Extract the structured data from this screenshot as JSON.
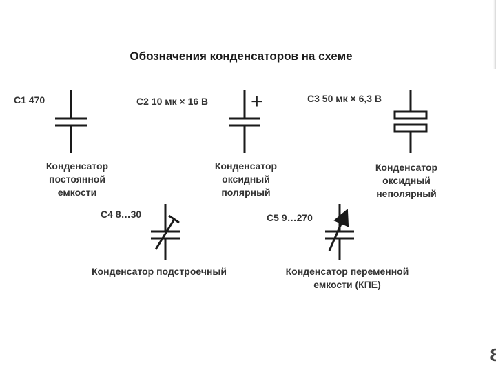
{
  "title": "Обозначения конденсаторов на схеме",
  "page_number": "8",
  "capacitors": [
    {
      "label": "C1 470",
      "caption": [
        "Конденсатор",
        "постоянной",
        "емкости"
      ],
      "symbol": "fixed"
    },
    {
      "label": "C2 10 мк × 16 В",
      "caption": [
        "Конденсатор",
        "оксидный",
        "полярный"
      ],
      "symbol": "polar",
      "polarity": "+"
    },
    {
      "label": "C3 50 мк × 6,3 В",
      "caption": [
        "Конденсатор",
        "оксидный",
        "неполярный"
      ],
      "symbol": "nonpolar"
    },
    {
      "label": "C4 8…30",
      "caption": [
        "Конденсатор подстроечный"
      ],
      "symbol": "trimmer"
    },
    {
      "label": "C5 9…270",
      "caption": [
        "Конденсатор переменной",
        "емкости (КПЕ)"
      ],
      "symbol": "variable"
    }
  ]
}
